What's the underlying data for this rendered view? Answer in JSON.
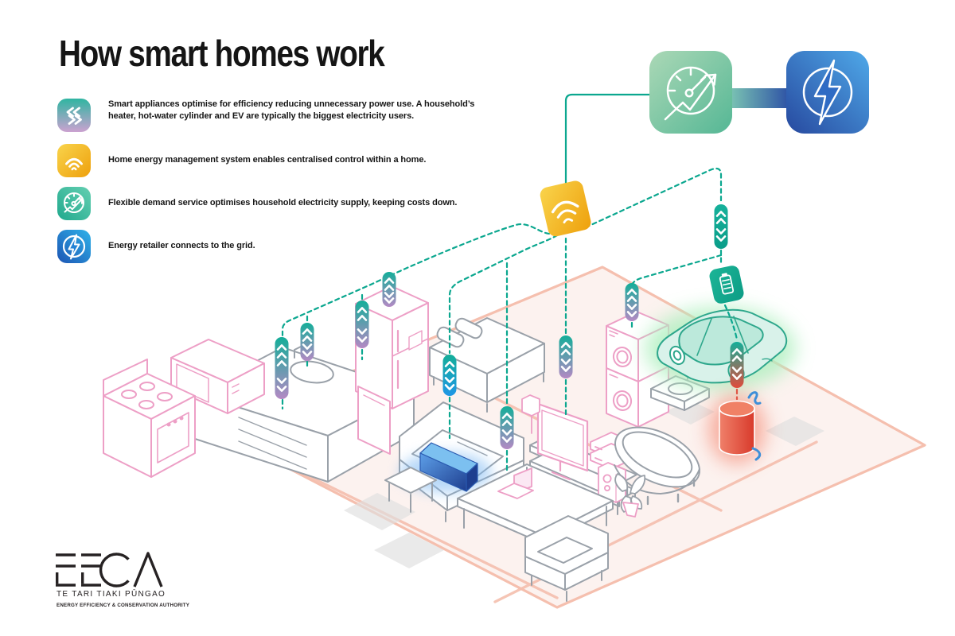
{
  "title": "How smart homes work",
  "legend": {
    "items": [
      {
        "id": "smart-appliances",
        "icon": "chevrons-icon",
        "text": "Smart appliances optimise for efficiency reducing unnecessary power use. A household’s heater, hot-water cylinder and EV are typically the biggest electricity users."
      },
      {
        "id": "home-energy-management",
        "icon": "wifi-icon",
        "text": "Home energy management system enables centralised control within a home."
      },
      {
        "id": "flexible-demand",
        "icon": "gauge-icon",
        "text": "Flexible demand service optimises household electricity supply, keeping costs down."
      },
      {
        "id": "energy-retailer",
        "icon": "bolt-icon",
        "text": "Energy retailer connects to the grid."
      }
    ]
  },
  "grid_diagram": {
    "flexible_demand_icon": "gauge-icon",
    "energy_retailer_icon": "bolt-icon",
    "hub_icon": "wifi-hub-icon",
    "ev_battery_icon": "battery-icon"
  },
  "scene": {
    "appliances": [
      "oven-stove",
      "microwave",
      "kitchen-counter-sink",
      "dishwasher",
      "fridge",
      "bed",
      "couch",
      "panel-heater",
      "stool",
      "coffee-table",
      "laptop",
      "tv",
      "media-unit",
      "speakers",
      "washer-dryer-stack",
      "bathroom-sink",
      "bathtub",
      "plant",
      "armchair",
      "electric-vehicle",
      "hot-water-cylinder"
    ]
  },
  "logo": {
    "name": "EECA",
    "line1": "TE TARI TIAKI PŪNGAO",
    "line2": "ENERGY EFFICIENCY & CONSERVATION AUTHORITY"
  },
  "colors": {
    "teal": "#0BA78F",
    "hub_yellow": "#F5B91E",
    "pill_purple": "#B489C4",
    "pill_blue": "#1E96E6",
    "pill_red": "#E04B3B",
    "floor_salmon": "#F5BFAE",
    "pink_outline": "#ED9FC6",
    "gray_outline": "#9AA1A9",
    "grid_green": "#58B897",
    "grid_blue": "#2B4EA5"
  }
}
